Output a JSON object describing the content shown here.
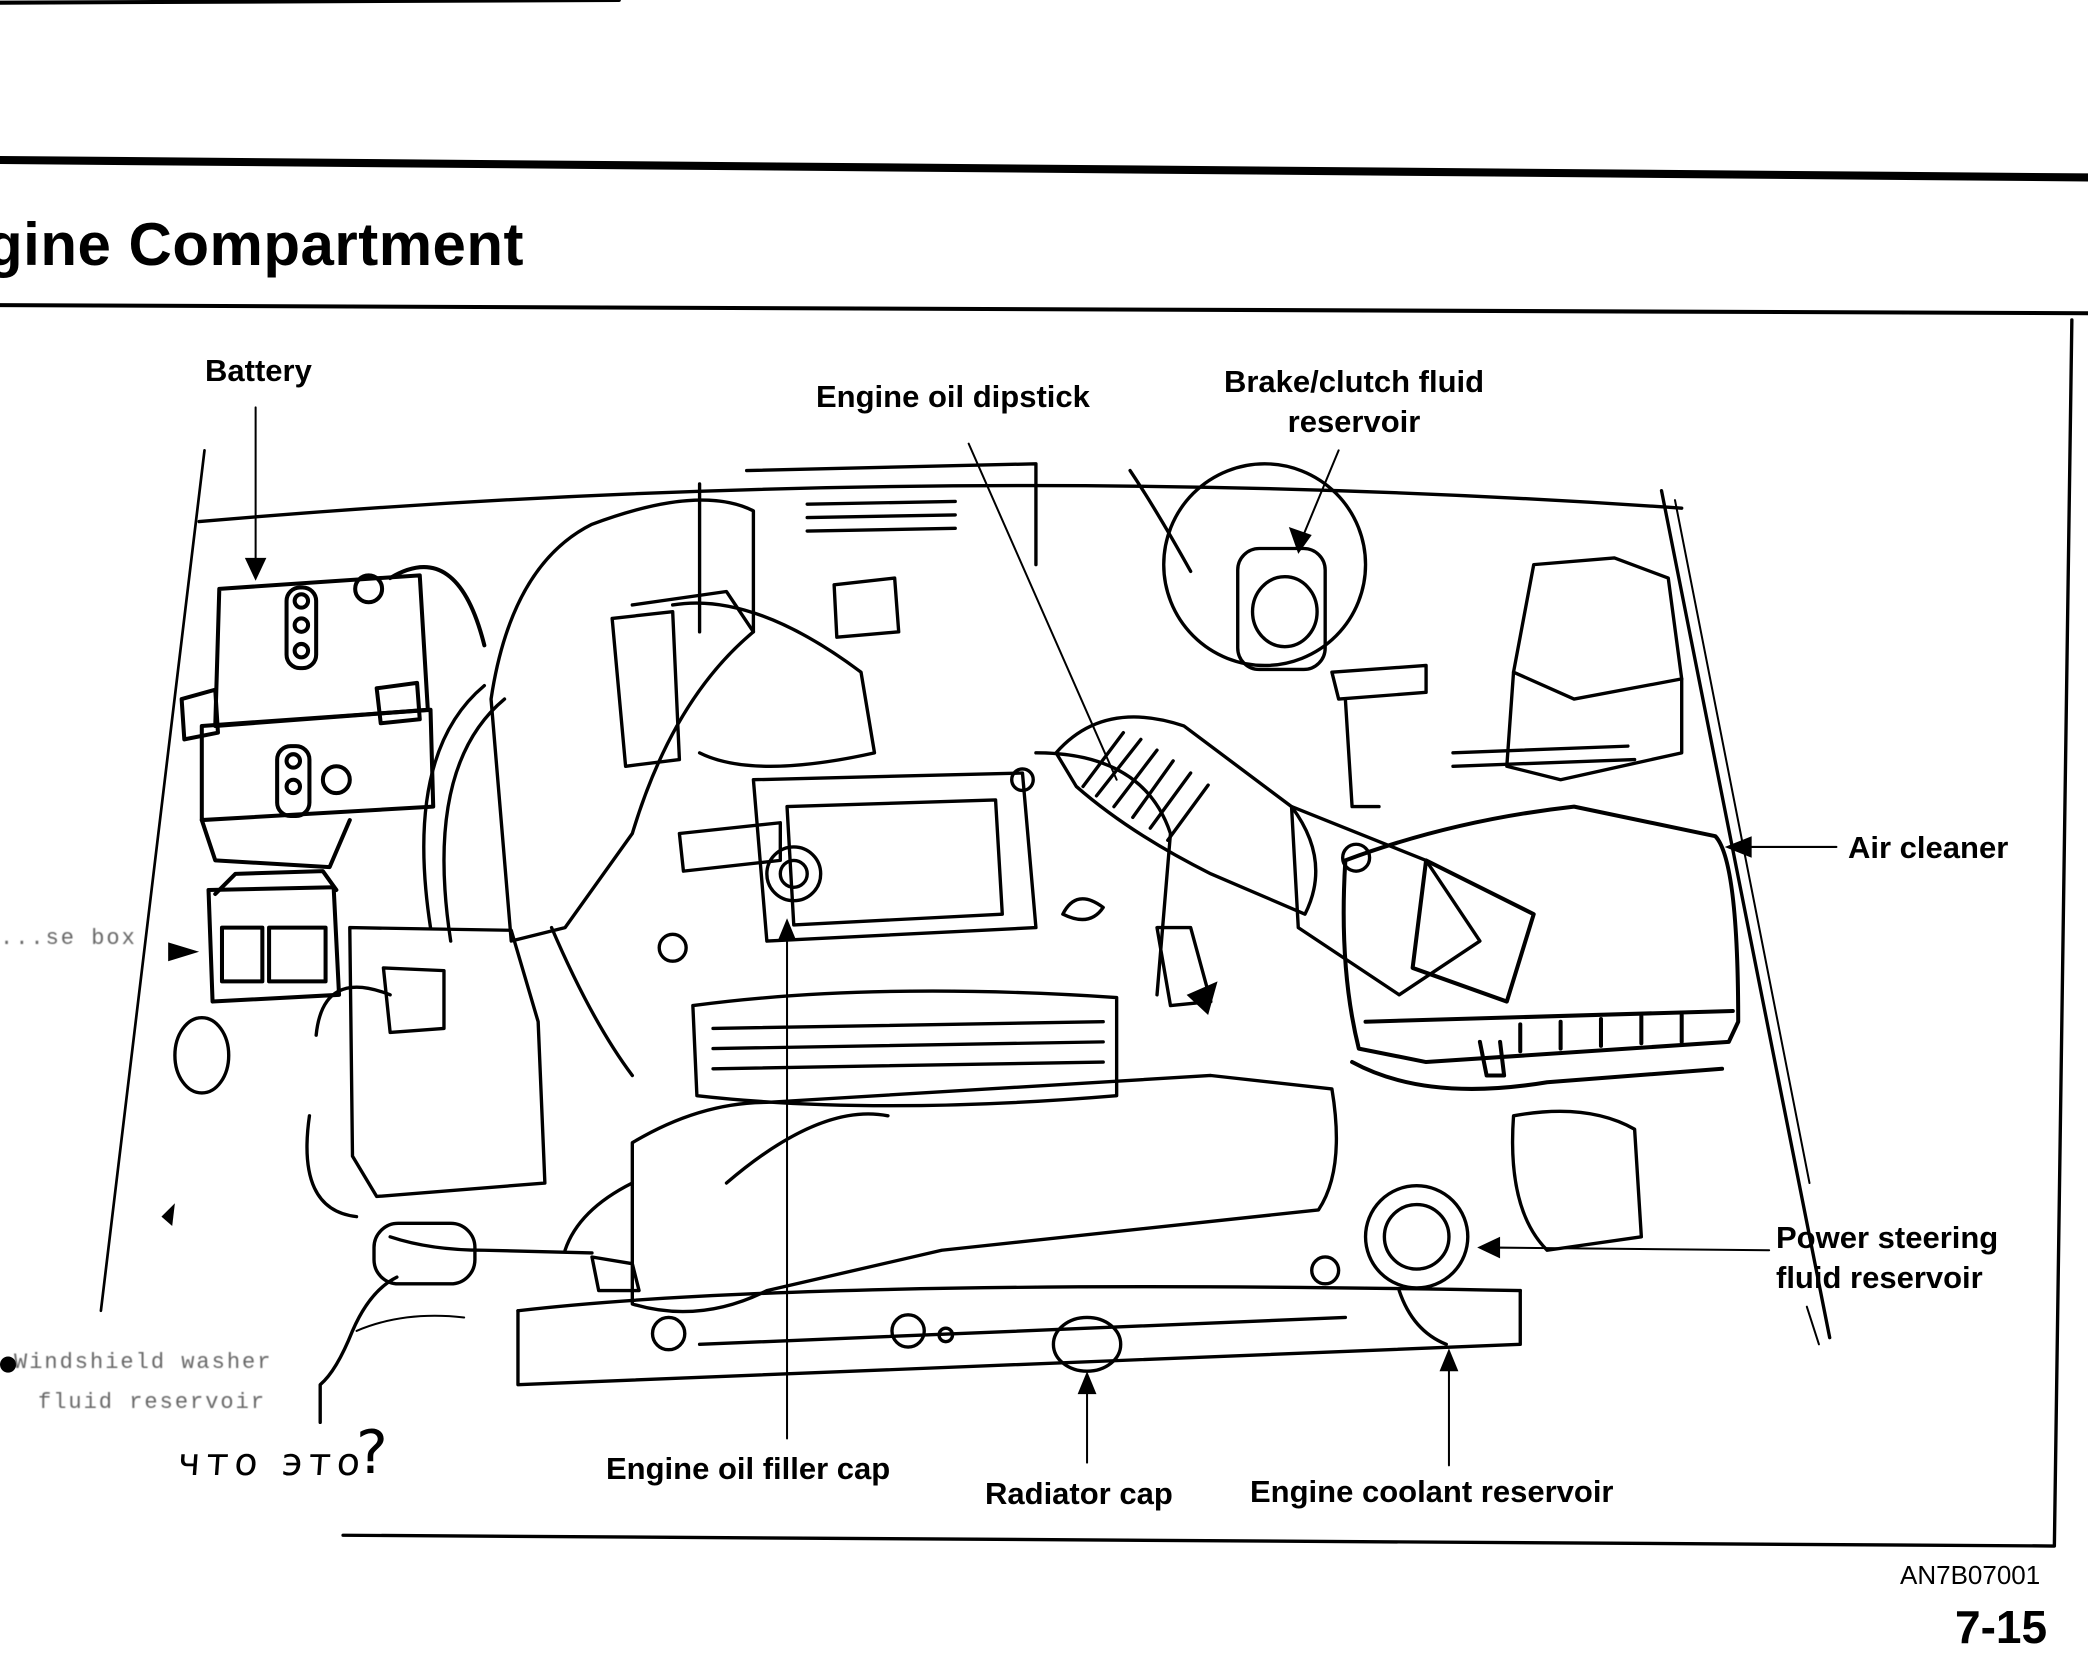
{
  "page": {
    "section_title": "gine Compartment",
    "figure_code": "AN7B07001",
    "page_number": "7-15"
  },
  "callouts": {
    "battery": "Battery",
    "engine_oil_dipstick": "Engine oil dipstick",
    "brake_clutch_line1": "Brake/clutch fluid",
    "brake_clutch_line2": "reservoir",
    "air_cleaner": "Air cleaner",
    "power_steering_line1": "Power steering",
    "power_steering_line2": "fluid reservoir",
    "engine_oil_filler_cap": "Engine oil filler cap",
    "radiator_cap": "Radiator cap",
    "engine_coolant_reservoir": "Engine coolant reservoir"
  },
  "margin_text": {
    "fuse_box_faded": "...se box",
    "washer_line1_faded": "Windshield washer",
    "washer_line2_faded": "fluid reservoir"
  },
  "handwritten_note": {
    "text": "что это",
    "mark": "?"
  }
}
